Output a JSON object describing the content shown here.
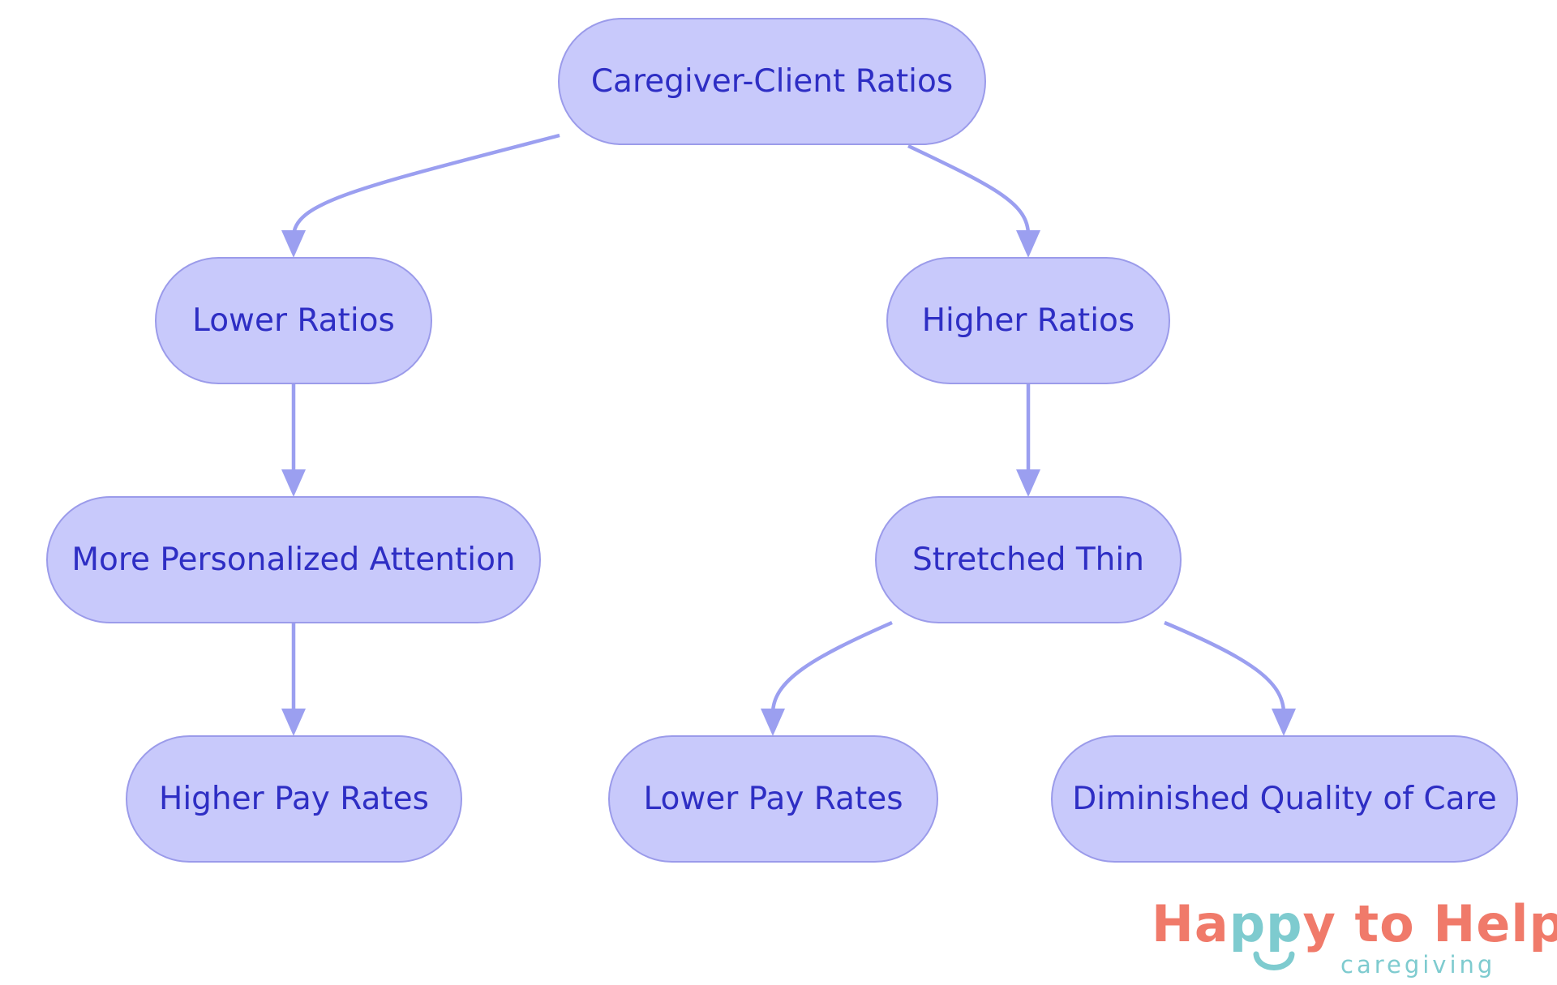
{
  "colors": {
    "node_fill": "#c8c9fb",
    "node_border": "#9b9bea",
    "node_text": "#2e2ec4",
    "edge": "#9b9ff0",
    "logo_coral": "#f07a6a",
    "logo_teal": "#7ecbcf"
  },
  "nodes": {
    "root": "Caregiver-Client Ratios",
    "lower_ratios": "Lower Ratios",
    "higher_ratios": "Higher Ratios",
    "personalized_attention": "More Personalized Attention",
    "stretched_thin": "Stretched Thin",
    "higher_pay": "Higher Pay Rates",
    "lower_pay": "Lower Pay Rates",
    "diminished_quality": "Diminished Quality of Care"
  },
  "edges": [
    [
      "root",
      "lower_ratios"
    ],
    [
      "root",
      "higher_ratios"
    ],
    [
      "lower_ratios",
      "personalized_attention"
    ],
    [
      "personalized_attention",
      "higher_pay"
    ],
    [
      "higher_ratios",
      "stretched_thin"
    ],
    [
      "stretched_thin",
      "lower_pay"
    ],
    [
      "stretched_thin",
      "diminished_quality"
    ]
  ],
  "logo": {
    "part1": "Ha",
    "part2": "pp",
    "part3": "y to Help",
    "tagline": "caregiving"
  }
}
